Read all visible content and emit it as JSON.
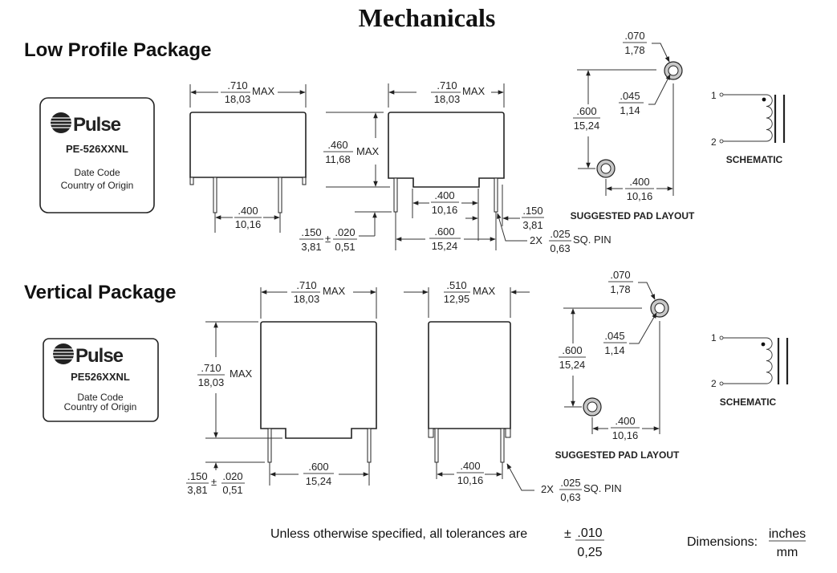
{
  "page": {
    "title": "Mechanicals"
  },
  "low_profile": {
    "heading": "Low Profile Package",
    "label": {
      "brand": "Pulse",
      "part_number": "PE-526XXNL",
      "line1": "Date Code",
      "line2": "Country of Origin"
    },
    "front_view": {
      "width": {
        "inch": ".710",
        "mm": "18,03",
        "suffix": "MAX"
      },
      "pin_spacing": {
        "inch": ".400",
        "mm": "10,16"
      }
    },
    "side_view": {
      "width": {
        "inch": ".710",
        "mm": "18,03",
        "suffix": "MAX"
      },
      "height": {
        "inch": ".460",
        "mm": "11,68",
        "suffix": "MAX"
      },
      "inner_spacing": {
        "inch": ".400",
        "mm": "10,16"
      },
      "pin_spacing": {
        "inch": ".600",
        "mm": "15,24"
      },
      "pin_length": {
        "inch": ".150",
        "mm": "3,81",
        "tol_symbol": "±",
        "tol_inch": ".020",
        "tol_mm": "0,51"
      },
      "standoff": {
        "inch": ".150",
        "mm": "3,81"
      },
      "pin_size": {
        "prefix": "2X",
        "inch": ".025",
        "mm": "0,63",
        "suffix": "SQ. PIN"
      }
    },
    "pad_layout": {
      "caption": "SUGGESTED PAD LAYOUT",
      "pad_outer": {
        "inch": ".070",
        "mm": "1,78"
      },
      "pad_hole": {
        "inch": ".045",
        "mm": "1,14"
      },
      "vertical": {
        "inch": ".600",
        "mm": "15,24"
      },
      "horizontal": {
        "inch": ".400",
        "mm": "10,16"
      }
    },
    "schematic": {
      "caption": "SCHEMATIC",
      "pin1": "1",
      "pin2": "2"
    }
  },
  "vertical": {
    "heading": "Vertical Package",
    "label": {
      "brand": "Pulse",
      "part_number": "PE526XXNL",
      "line1": "Date Code",
      "line2": "Country of Origin"
    },
    "front_view": {
      "width": {
        "inch": ".710",
        "mm": "18,03",
        "suffix": "MAX"
      },
      "height": {
        "inch": ".710",
        "mm": "18,03",
        "suffix": "MAX"
      },
      "pin_spacing": {
        "inch": ".600",
        "mm": "15,24"
      },
      "pin_length": {
        "inch": ".150",
        "mm": "3,81",
        "tol_symbol": "±",
        "tol_inch": ".020",
        "tol_mm": "0,51"
      }
    },
    "side_view": {
      "width": {
        "inch": ".510",
        "mm": "12,95",
        "suffix": "MAX"
      },
      "pin_spacing": {
        "inch": ".400",
        "mm": "10,16"
      },
      "pin_size": {
        "prefix": "2X",
        "inch": ".025",
        "mm": "0,63",
        "suffix": "SQ. PIN"
      }
    },
    "pad_layout": {
      "caption": "SUGGESTED PAD LAYOUT",
      "pad_outer": {
        "inch": ".070",
        "mm": "1,78"
      },
      "pad_hole": {
        "inch": ".045",
        "mm": "1,14"
      },
      "vertical": {
        "inch": ".600",
        "mm": "15,24"
      },
      "horizontal": {
        "inch": ".400",
        "mm": "10,16"
      }
    },
    "schematic": {
      "caption": "SCHEMATIC",
      "pin1": "1",
      "pin2": "2"
    }
  },
  "footer": {
    "tolerance_text": "Unless otherwise specified, all tolerances are",
    "tolerance_symbol": "±",
    "tolerance_inch": ".010",
    "tolerance_mm": "0,25",
    "dimensions_label": "Dimensions:",
    "unit_top": "inches",
    "unit_bottom": "mm"
  }
}
